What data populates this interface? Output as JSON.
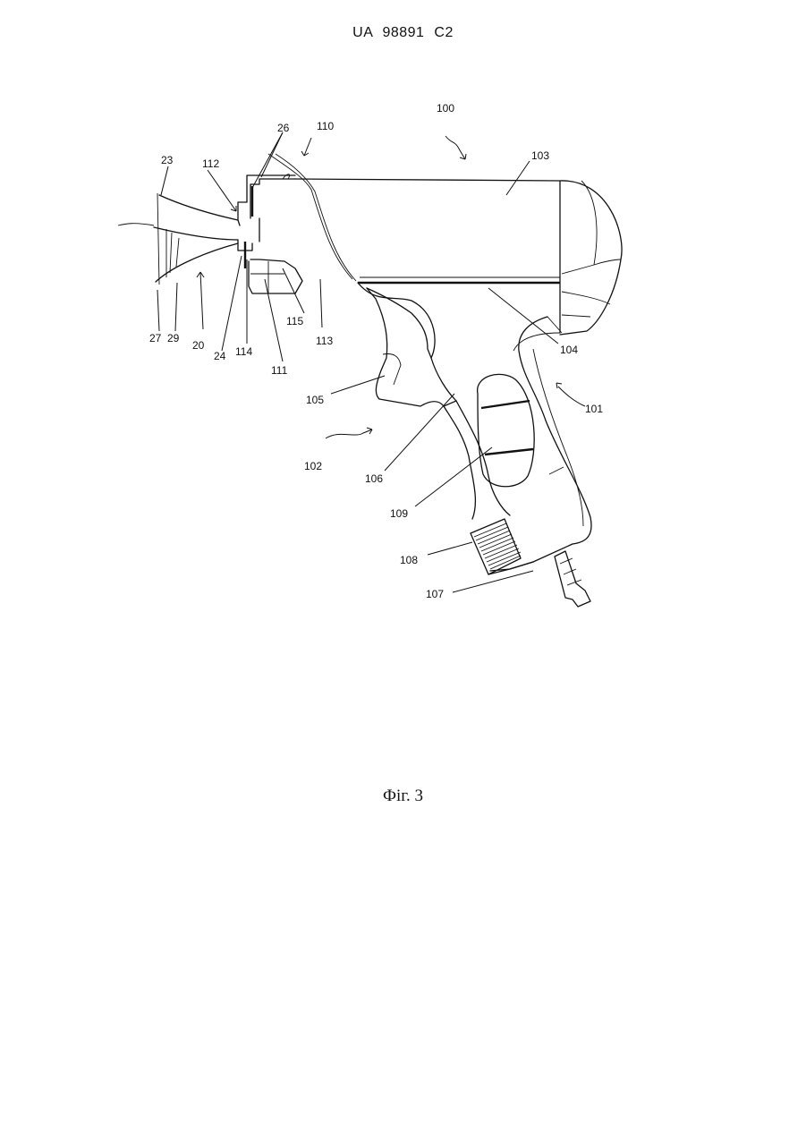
{
  "header": {
    "patent_number": "UA   98891   C2"
  },
  "figure": {
    "caption": "Фіг. 3",
    "labels": {
      "l100": "100",
      "l110": "110",
      "l26": "26",
      "l23": "23",
      "l112": "112",
      "l103": "103",
      "l27": "27",
      "l29": "29",
      "l20": "20",
      "l24": "24",
      "l114": "114",
      "l111": "111",
      "l115": "115",
      "l113": "113",
      "l104": "104",
      "l105": "105",
      "l101": "101",
      "l102": "102",
      "l106": "106",
      "l109": "109",
      "l108": "108",
      "l107": "107"
    }
  }
}
